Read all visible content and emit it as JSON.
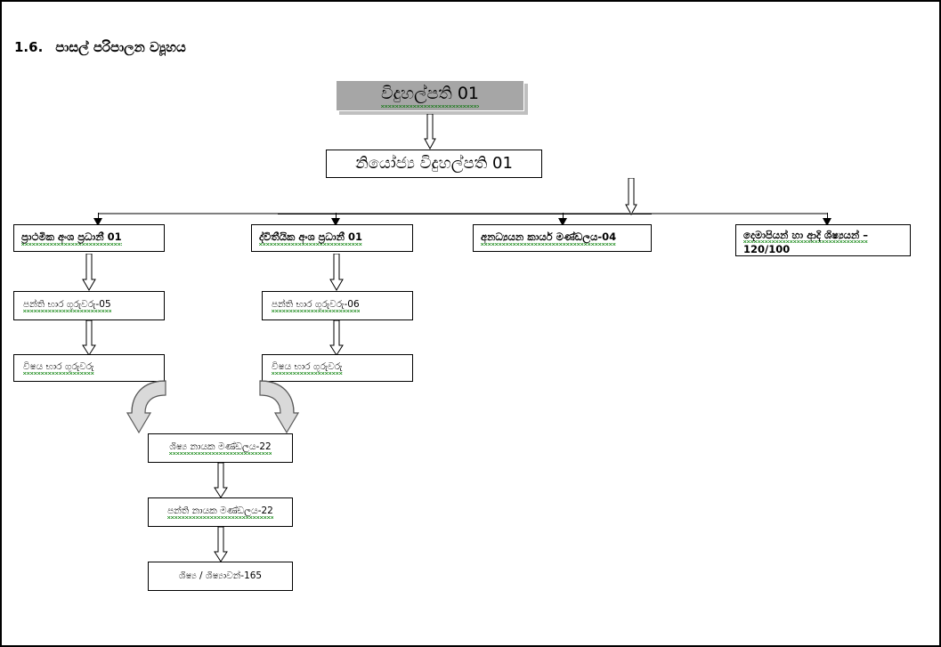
{
  "document": {
    "section_number": "1.6.",
    "section_title": "පාසල් පරිපාලන ව්‍යූහය"
  },
  "diagram": {
    "type": "organizational-chart",
    "nodes": {
      "principal": {
        "label": "විදුහල්පති 01",
        "fill": "#a6a6a6",
        "level": 1
      },
      "deputy_principal": {
        "label": "නියෝජ්‍ය විදුහල්පති 01",
        "fill": "#ffffff",
        "level": 2
      },
      "primary_section_head": {
        "label": "ප්‍රාථමික අංශ ප්‍රධානී 01",
        "fill": "#ffffff",
        "level": 3
      },
      "secondary_section_head": {
        "label": "ද්විතීයික අංශ ප්‍රධානී 01",
        "fill": "#ffffff",
        "level": 3
      },
      "non_academic_staff": {
        "label": "අනධ්‍යයන කාර්ය මණ්ඩලය-04",
        "fill": "#ffffff",
        "level": 3
      },
      "parents_alumni_line1": {
        "label": "දෙමාපියන් හා ආදි ශිෂ්‍යයන් –",
        "fill": "#ffffff",
        "level": 3
      },
      "parents_alumni_line2": {
        "label": "120/100"
      },
      "primary_class_teachers": {
        "label": "පන්ති භාර ගුරුවරු-05",
        "fill": "#ffffff",
        "level": 4
      },
      "secondary_class_teachers": {
        "label": "පන්ති භාර ගුරුවරු-06",
        "fill": "#ffffff",
        "level": 4
      },
      "primary_subject_teachers": {
        "label": "විෂය  භාර ගුරුවරු",
        "fill": "#ffffff",
        "level": 5
      },
      "secondary_subject_teachers": {
        "label": "විෂය  භාර ගුරුවරු",
        "fill": "#ffffff",
        "level": 5
      },
      "student_leaders_council": {
        "label": "ශිෂ්‍ය නායක මණ්ඩලය-22",
        "fill": "#ffffff",
        "level": 6
      },
      "class_leaders_council": {
        "label": "පන්ති නායක මණ්ඩලය-22",
        "fill": "#ffffff",
        "level": 7
      },
      "students": {
        "label": "ශිෂ්‍ය / ශිෂ්‍යාවන්-165",
        "fill": "#ffffff",
        "level": 8
      }
    },
    "edges": [
      {
        "from": "principal",
        "to": "deputy_principal",
        "style": "block-arrow"
      },
      {
        "from": "deputy_principal",
        "to": "distribution-bar",
        "style": "block-arrow"
      },
      {
        "from": "distribution-bar",
        "to": "primary_section_head",
        "style": "line-arrow"
      },
      {
        "from": "distribution-bar",
        "to": "secondary_section_head",
        "style": "line-arrow"
      },
      {
        "from": "distribution-bar",
        "to": "non_academic_staff",
        "style": "line-arrow"
      },
      {
        "from": "distribution-bar",
        "to": "parents_alumni_line1",
        "style": "line-arrow"
      },
      {
        "from": "primary_section_head",
        "to": "primary_class_teachers",
        "style": "block-arrow"
      },
      {
        "from": "secondary_section_head",
        "to": "secondary_class_teachers",
        "style": "block-arrow"
      },
      {
        "from": "primary_class_teachers",
        "to": "primary_subject_teachers",
        "style": "block-arrow"
      },
      {
        "from": "secondary_class_teachers",
        "to": "secondary_subject_teachers",
        "style": "block-arrow"
      },
      {
        "from": "primary_subject_teachers",
        "to": "student_leaders_council",
        "style": "curved-block-arrow"
      },
      {
        "from": "secondary_subject_teachers",
        "to": "student_leaders_council",
        "style": "curved-block-arrow"
      },
      {
        "from": "student_leaders_council",
        "to": "class_leaders_council",
        "style": "block-arrow"
      },
      {
        "from": "class_leaders_council",
        "to": "students",
        "style": "block-arrow"
      }
    ]
  },
  "colors": {
    "page_border": "#000000",
    "shaded_node": "#a6a6a6",
    "node_shadow": "#bfbfbf",
    "connector": "#000000",
    "connector_grey": "#7f7f7f",
    "spellcheck_underline": "#1a8a1a"
  }
}
